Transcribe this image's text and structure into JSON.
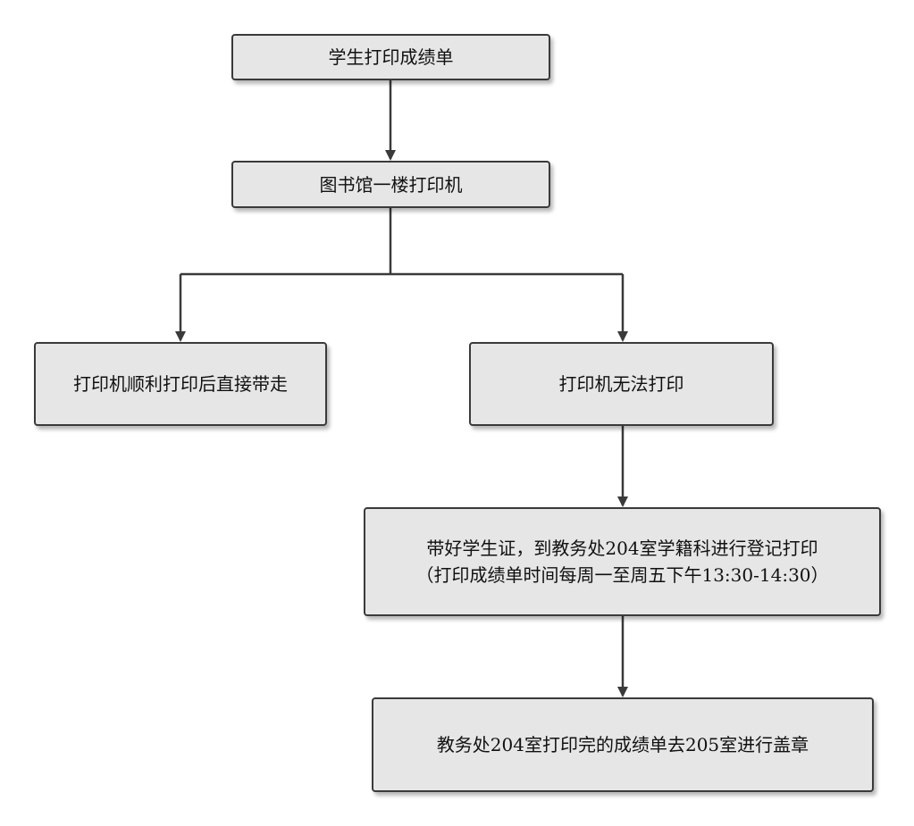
{
  "nodes": {
    "start": {
      "label": "学生打印成绩单"
    },
    "printer": {
      "label": "图书馆一楼打印机"
    },
    "success": {
      "label": "打印机顺利打印后直接带走"
    },
    "failure": {
      "label": "打印机无法打印"
    },
    "office": {
      "line1": "带好学生证，到教务处204室学籍科进行登记打印",
      "line2": "（打印成绩单时间每周一至周五下午13:30-14:30）"
    },
    "stamp": {
      "label": "教务处204室打印完的成绩单去205室进行盖章"
    }
  },
  "colors": {
    "node_fill": "#e6e6e6",
    "stroke": "#3a3a3a"
  }
}
